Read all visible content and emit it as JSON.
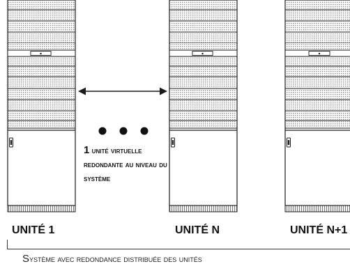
{
  "units": [
    {
      "label": "UNITÉ 1"
    },
    {
      "label": "UNITÉ N"
    },
    {
      "label": "UNITÉ N+1"
    }
  ],
  "annotation": {
    "first": "1",
    "rest": " unité virtuelle redondante au niveau du système"
  },
  "caption": {
    "first": "S",
    "rest": "ystème avec redondance distribuée des unités"
  },
  "colors": {
    "line": "#1a1a1a",
    "hatch": "#9a9a9a",
    "base": "#e6e6e6"
  }
}
